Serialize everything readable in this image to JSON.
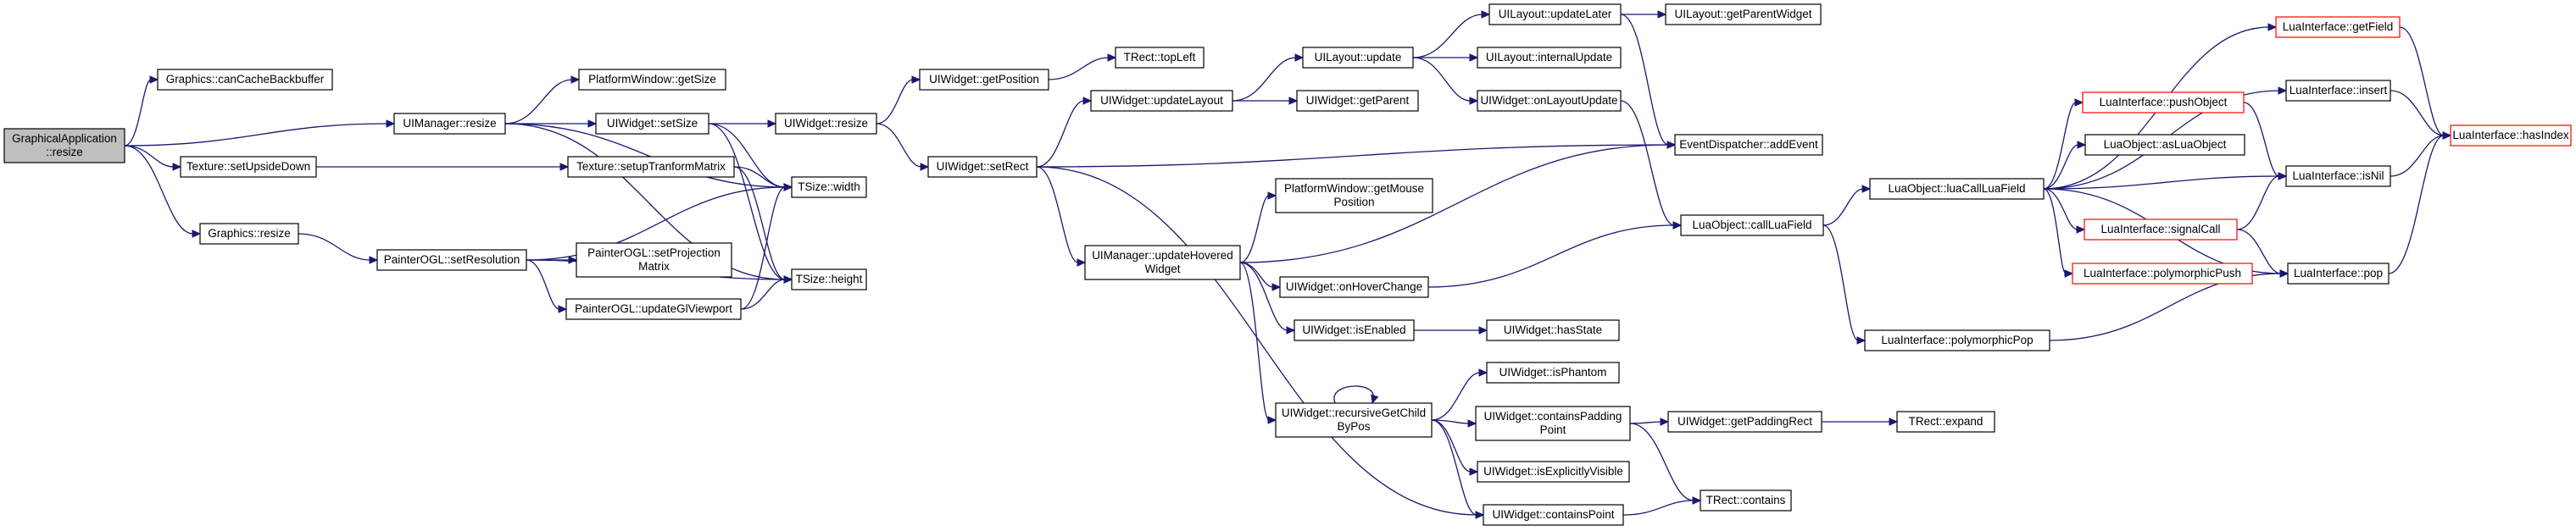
{
  "colors": {
    "edge": "#191970",
    "root_fill": "#bfbfbf",
    "node_border": "#000000",
    "highlight_border": "#ff0000",
    "node_fill": "#ffffff"
  },
  "nodes": [
    {
      "id": "ga_resize",
      "lines": [
        "GraphicalApplication",
        "::resize"
      ],
      "style": "root"
    },
    {
      "id": "g_cancache",
      "lines": [
        "Graphics::canCacheBackbuffer"
      ]
    },
    {
      "id": "uim_resize",
      "lines": [
        "UIManager::resize"
      ]
    },
    {
      "id": "tex_upside",
      "lines": [
        "Texture::setUpsideDown"
      ]
    },
    {
      "id": "g_resize",
      "lines": [
        "Graphics::resize"
      ]
    },
    {
      "id": "pw_getsize",
      "lines": [
        "PlatformWindow::getSize"
      ]
    },
    {
      "id": "uiw_setsize",
      "lines": [
        "UIWidget::setSize"
      ]
    },
    {
      "id": "tex_setup",
      "lines": [
        "Texture::setupTranformMatrix"
      ]
    },
    {
      "id": "pogl_setres",
      "lines": [
        "PainterOGL::setResolution"
      ]
    },
    {
      "id": "pogl_setproj",
      "lines": [
        "PainterOGL::setProjection",
        "Matrix"
      ]
    },
    {
      "id": "pogl_updgl",
      "lines": [
        "PainterOGL::updateGlViewport"
      ]
    },
    {
      "id": "tsize_width",
      "lines": [
        "TSize::width"
      ]
    },
    {
      "id": "tsize_height",
      "lines": [
        "TSize::height"
      ]
    },
    {
      "id": "uiw_resize",
      "lines": [
        "UIWidget::resize"
      ]
    },
    {
      "id": "uiw_getpos",
      "lines": [
        "UIWidget::getPosition"
      ]
    },
    {
      "id": "uiw_setrect",
      "lines": [
        "UIWidget::setRect"
      ]
    },
    {
      "id": "trect_topleft",
      "lines": [
        "TRect::topLeft"
      ]
    },
    {
      "id": "uiw_updlayout",
      "lines": [
        "UIWidget::updateLayout"
      ]
    },
    {
      "id": "uil_update",
      "lines": [
        "UILayout::update"
      ]
    },
    {
      "id": "uiw_getparent",
      "lines": [
        "UIWidget::getParent"
      ]
    },
    {
      "id": "pw_getmouse",
      "lines": [
        "PlatformWindow::getMouse",
        "Position"
      ]
    },
    {
      "id": "uim_updhov",
      "lines": [
        "UIManager::updateHovered",
        "Widget"
      ]
    },
    {
      "id": "uil_updlater",
      "lines": [
        "UILayout::updateLater"
      ]
    },
    {
      "id": "uil_getparentw",
      "lines": [
        "UILayout::getParentWidget"
      ]
    },
    {
      "id": "uil_internal",
      "lines": [
        "UILayout::internalUpdate"
      ]
    },
    {
      "id": "uiw_onlayout",
      "lines": [
        "UIWidget::onLayoutUpdate"
      ]
    },
    {
      "id": "ed_addevent",
      "lines": [
        "EventDispatcher::addEvent"
      ]
    },
    {
      "id": "luao_callfield",
      "lines": [
        "LuaObject::callLuaField"
      ]
    },
    {
      "id": "uiw_onhover",
      "lines": [
        "UIWidget::onHoverChange"
      ]
    },
    {
      "id": "uiw_isenabled",
      "lines": [
        "UIWidget::isEnabled"
      ]
    },
    {
      "id": "uiw_hasstate",
      "lines": [
        "UIWidget::hasState"
      ]
    },
    {
      "id": "uiw_recursive",
      "lines": [
        "UIWidget::recursiveGetChild",
        "ByPos"
      ]
    },
    {
      "id": "uiw_isphantom",
      "lines": [
        "UIWidget::isPhantom"
      ]
    },
    {
      "id": "uiw_containspad",
      "lines": [
        "UIWidget::containsPadding",
        "Point"
      ]
    },
    {
      "id": "uiw_getpadrect",
      "lines": [
        "UIWidget::getPaddingRect"
      ]
    },
    {
      "id": "trect_expand",
      "lines": [
        "TRect::expand"
      ]
    },
    {
      "id": "uiw_isexplicit",
      "lines": [
        "UIWidget::isExplicitlyVisible"
      ]
    },
    {
      "id": "trect_contains",
      "lines": [
        "TRect::contains"
      ]
    },
    {
      "id": "uiw_containspt",
      "lines": [
        "UIWidget::containsPoint"
      ]
    },
    {
      "id": "luao_luacall",
      "lines": [
        "LuaObject::luaCallLuaField"
      ]
    },
    {
      "id": "luai_polypop",
      "lines": [
        "LuaInterface::polymorphicPop"
      ]
    },
    {
      "id": "luai_getfield",
      "lines": [
        "LuaInterface::getField"
      ],
      "style": "highlight"
    },
    {
      "id": "luai_insert",
      "lines": [
        "LuaInterface::insert"
      ]
    },
    {
      "id": "luai_pushobj",
      "lines": [
        "LuaInterface::pushObject"
      ],
      "style": "highlight"
    },
    {
      "id": "luao_asluaobj",
      "lines": [
        "LuaObject::asLuaObject"
      ]
    },
    {
      "id": "luai_isnil",
      "lines": [
        "LuaInterface::isNil"
      ]
    },
    {
      "id": "luai_signalcall",
      "lines": [
        "LuaInterface::signalCall"
      ],
      "style": "highlight"
    },
    {
      "id": "luai_polypush",
      "lines": [
        "LuaInterface::polymorphicPush"
      ],
      "style": "highlight"
    },
    {
      "id": "luai_pop",
      "lines": [
        "LuaInterface::pop"
      ]
    },
    {
      "id": "luai_hasindex",
      "lines": [
        "LuaInterface::hasIndex"
      ],
      "style": "highlight"
    }
  ],
  "edges": [
    [
      "ga_resize",
      "g_cancache"
    ],
    [
      "ga_resize",
      "uim_resize"
    ],
    [
      "ga_resize",
      "tex_upside"
    ],
    [
      "ga_resize",
      "g_resize"
    ],
    [
      "uim_resize",
      "pw_getsize"
    ],
    [
      "uim_resize",
      "uiw_setsize"
    ],
    [
      "uim_resize",
      "tsize_width"
    ],
    [
      "uim_resize",
      "tsize_height"
    ],
    [
      "tex_upside",
      "tex_setup"
    ],
    [
      "g_resize",
      "pogl_setres"
    ],
    [
      "uiw_setsize",
      "uiw_resize"
    ],
    [
      "uiw_setsize",
      "tsize_width"
    ],
    [
      "uiw_setsize",
      "tsize_height"
    ],
    [
      "tex_setup",
      "tsize_width"
    ],
    [
      "tex_setup",
      "tsize_height"
    ],
    [
      "pogl_setres",
      "tsize_width"
    ],
    [
      "pogl_setres",
      "pogl_setproj"
    ],
    [
      "pogl_setres",
      "pogl_updgl"
    ],
    [
      "pogl_setres",
      "tsize_height"
    ],
    [
      "pogl_updgl",
      "tsize_width"
    ],
    [
      "pogl_updgl",
      "tsize_height"
    ],
    [
      "uiw_resize",
      "uiw_getpos"
    ],
    [
      "uiw_resize",
      "uiw_setrect"
    ],
    [
      "uiw_getpos",
      "trect_topleft"
    ],
    [
      "uiw_setrect",
      "uiw_updlayout"
    ],
    [
      "uiw_setrect",
      "ed_addevent"
    ],
    [
      "uiw_setrect",
      "uim_updhov"
    ],
    [
      "uiw_setrect",
      "uiw_containspt"
    ],
    [
      "uiw_updlayout",
      "uil_update"
    ],
    [
      "uiw_updlayout",
      "uiw_getparent"
    ],
    [
      "uil_update",
      "uil_updlater"
    ],
    [
      "uil_update",
      "uil_internal"
    ],
    [
      "uil_update",
      "uiw_onlayout"
    ],
    [
      "uil_updlater",
      "uil_getparentw"
    ],
    [
      "uil_updlater",
      "ed_addevent"
    ],
    [
      "uiw_onlayout",
      "luao_callfield"
    ],
    [
      "uim_updhov",
      "pw_getmouse"
    ],
    [
      "uim_updhov",
      "ed_addevent"
    ],
    [
      "uim_updhov",
      "uiw_onhover"
    ],
    [
      "uim_updhov",
      "uiw_isenabled"
    ],
    [
      "uim_updhov",
      "uiw_recursive"
    ],
    [
      "uiw_onhover",
      "luao_callfield"
    ],
    [
      "uiw_isenabled",
      "uiw_hasstate"
    ],
    [
      "uiw_recursive",
      "uiw_recursive"
    ],
    [
      "uiw_recursive",
      "uiw_isphantom"
    ],
    [
      "uiw_recursive",
      "uiw_containspad"
    ],
    [
      "uiw_recursive",
      "uiw_isexplicit"
    ],
    [
      "uiw_recursive",
      "uiw_containspt"
    ],
    [
      "uiw_containspad",
      "uiw_getpadrect"
    ],
    [
      "uiw_containspad",
      "trect_contains"
    ],
    [
      "uiw_getpadrect",
      "trect_expand"
    ],
    [
      "uiw_containspt",
      "trect_contains"
    ],
    [
      "luao_callfield",
      "luao_luacall"
    ],
    [
      "luao_callfield",
      "luai_polypop"
    ],
    [
      "luao_luacall",
      "luai_getfield"
    ],
    [
      "luao_luacall",
      "luai_insert"
    ],
    [
      "luao_luacall",
      "luai_pushobj"
    ],
    [
      "luao_luacall",
      "luao_asluaobj"
    ],
    [
      "luao_luacall",
      "luai_isnil"
    ],
    [
      "luao_luacall",
      "luai_signalcall"
    ],
    [
      "luao_luacall",
      "luai_polypush"
    ],
    [
      "luao_luacall",
      "luai_pop"
    ],
    [
      "luai_polypop",
      "luai_pop"
    ],
    [
      "luai_getfield",
      "luai_hasindex"
    ],
    [
      "luai_insert",
      "luai_hasindex"
    ],
    [
      "luai_pushobj",
      "luai_isnil"
    ],
    [
      "luai_signalcall",
      "luai_isnil"
    ],
    [
      "luai_signalcall",
      "luai_pop"
    ],
    [
      "luai_isnil",
      "luai_hasindex"
    ],
    [
      "luai_pop",
      "luai_hasindex"
    ]
  ]
}
